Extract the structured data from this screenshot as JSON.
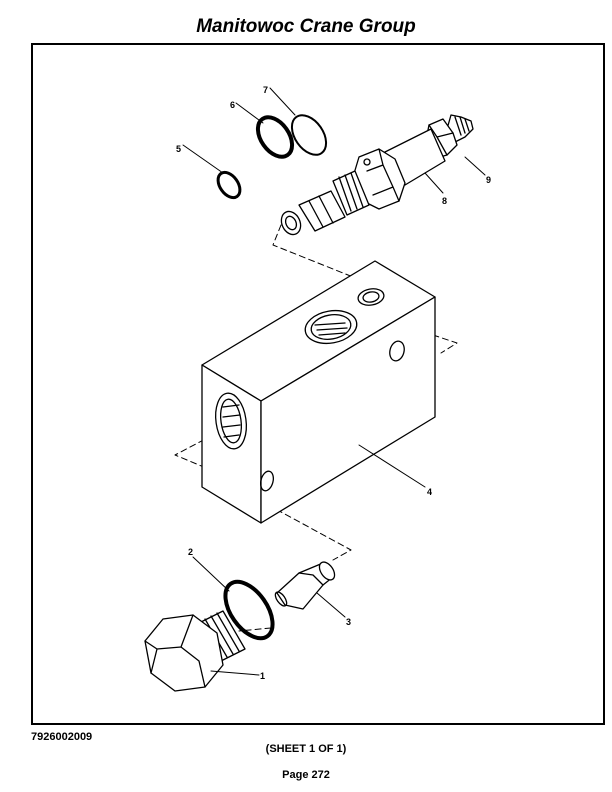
{
  "header": {
    "title": "Manitowoc Crane Group"
  },
  "diagram": {
    "callouts": [
      {
        "id": "1",
        "label": "1"
      },
      {
        "id": "2",
        "label": "2"
      },
      {
        "id": "3",
        "label": "3"
      },
      {
        "id": "4",
        "label": "4"
      },
      {
        "id": "5",
        "label": "5"
      },
      {
        "id": "6",
        "label": "6"
      },
      {
        "id": "7",
        "label": "7"
      },
      {
        "id": "8",
        "label": "8"
      },
      {
        "id": "9",
        "label": "9"
      }
    ]
  },
  "footer": {
    "drawing_number": "7926002009",
    "sheet": "(SHEET 1 OF 1)",
    "page": "Page 272"
  }
}
